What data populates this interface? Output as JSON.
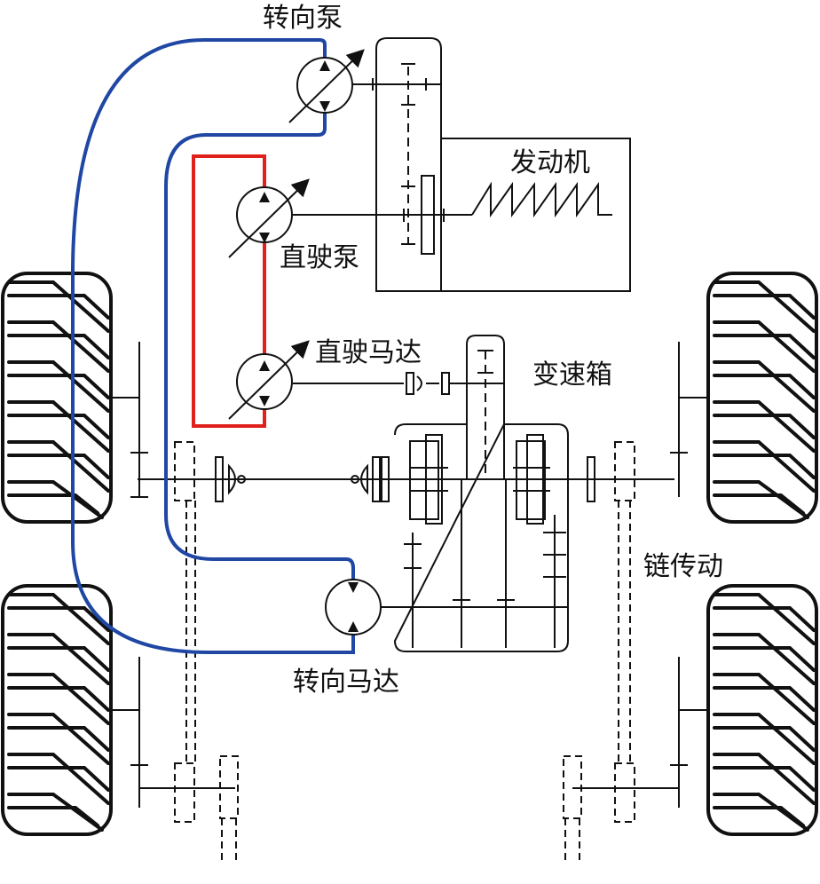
{
  "labels": {
    "steering_pump": "转向泵",
    "engine": "发动机",
    "straight_pump": "直驶泵",
    "straight_motor": "直驶马达",
    "gearbox": "变速箱",
    "chain_drive": "链传动",
    "steering_motor": "转向马达"
  },
  "colors": {
    "steering_circuit": "#1f47a3",
    "straight_circuit": "#e0201b",
    "mechanical": "#111111"
  }
}
